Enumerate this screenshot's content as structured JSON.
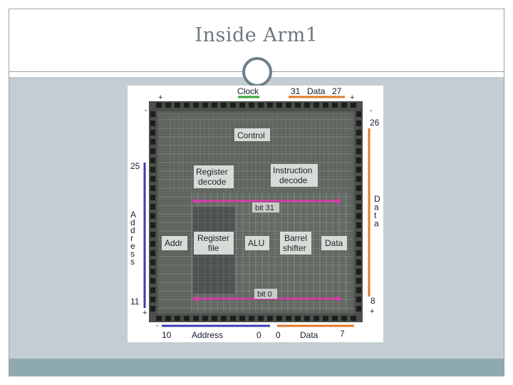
{
  "slide": {
    "title": "Inside Arm1"
  },
  "diagram": {
    "top_labels": {
      "clock": "Clock",
      "data_high": "31",
      "data_label": "Data",
      "data_low": "27"
    },
    "bottom_labels": {
      "addr_start": "10",
      "address": "Address",
      "addr_end": "0",
      "data_start": "0",
      "data_label": "Data",
      "data_end": "7"
    },
    "left_labels": {
      "addr_high": "25",
      "address_vertical": [
        "A",
        "d",
        "d",
        "r",
        "e",
        "s",
        "s"
      ],
      "addr_low": "11"
    },
    "right_labels": {
      "data_high": "26",
      "data_vertical": [
        "D",
        "a",
        "t",
        "a"
      ],
      "data_low": "8"
    },
    "blocks": {
      "control": "Control",
      "register_decode": [
        "Register",
        "decode"
      ],
      "instruction_decode": [
        "Instruction",
        "decode"
      ],
      "addr": "Addr",
      "register_file": [
        "Register",
        "file"
      ],
      "alu": "ALU",
      "barrel_shifter": [
        "Barrel",
        "shifter"
      ],
      "data": "Data"
    },
    "bit_labels": {
      "top": "bit 31",
      "bottom": "bit 0"
    },
    "colors": {
      "clock_line": "#3aa63a",
      "data_line": "#e07a28",
      "address_line": "#3b3bb0",
      "bit_arrow": "#d63aa8",
      "die": "#4a4f4a",
      "pad_ring": "#2a2a2a",
      "frame_bg": "#c3cdd2",
      "bottom_bar": "#8fa9b1"
    }
  }
}
